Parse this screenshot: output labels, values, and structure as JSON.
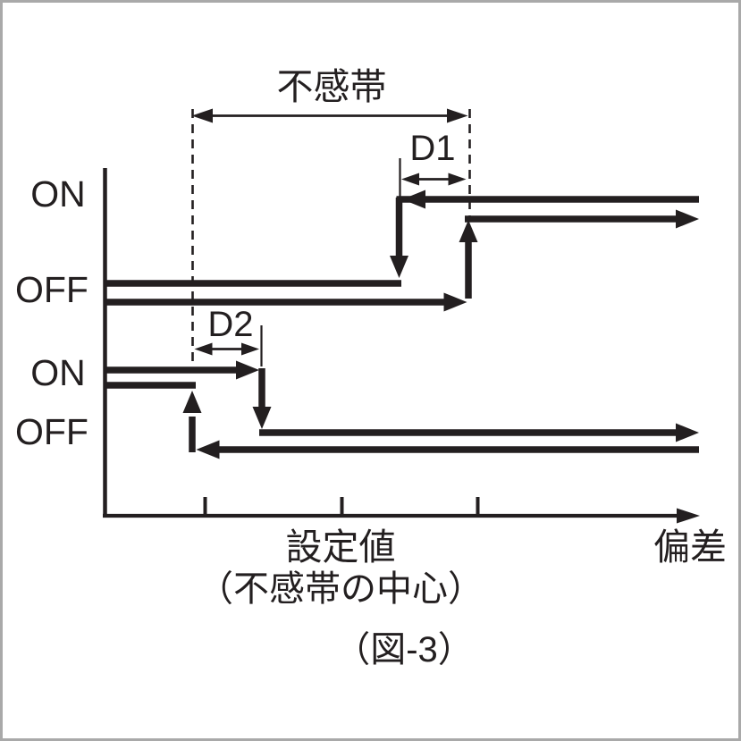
{
  "diagram": {
    "title_deadband": "不感帯",
    "d1_label": "D1",
    "d2_label": "D2",
    "output1": {
      "on": "ON",
      "off": "OFF"
    },
    "output2": {
      "on": "ON",
      "off": "OFF"
    },
    "x_axis": {
      "setpoint": "設定値",
      "setpoint_note": "（不感帯の中心）",
      "deviation": "偏差"
    },
    "caption": "（図-3）",
    "colors": {
      "ink": "#231f20",
      "frame_border": "#a9a9a9",
      "background": "#ffffff"
    }
  }
}
